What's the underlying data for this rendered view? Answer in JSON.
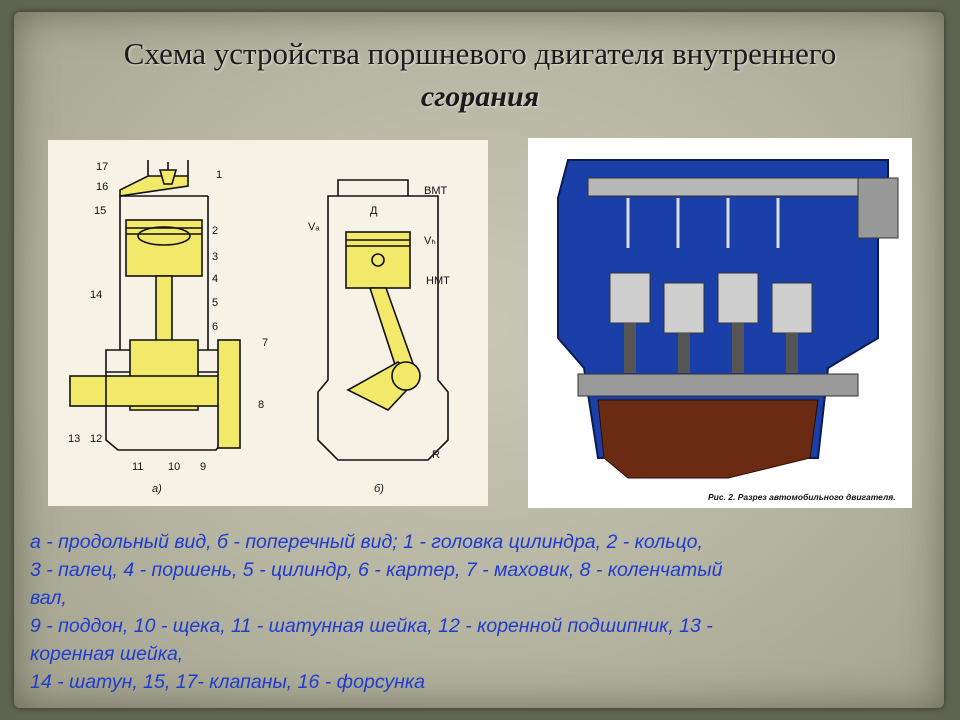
{
  "slide": {
    "title_line1": "Схема устройства поршневого двигателя внутреннего",
    "title_line2": "сгорания"
  },
  "diagram_a": {
    "labels": [
      "17",
      "16",
      "15",
      "1",
      "2",
      "3",
      "4",
      "5",
      "6",
      "7",
      "14",
      "8",
      "13",
      "12",
      "11",
      "10",
      "9"
    ],
    "dim_labels": {
      "va": "Vₐ",
      "vh": "Vₕ"
    },
    "view_label_a": "а)",
    "view_label_b": "б)",
    "b_labels": {
      "d": "Д",
      "vmt": "ВМТ",
      "nmt": "НМТ",
      "va": "Vₐ",
      "vh": "Vₕ",
      "r": "R"
    }
  },
  "diagram_b": {
    "caption": "Рис. 2. Разрез автомобильного двигателя."
  },
  "legend": {
    "line1": "а - продольный вид, б - поперечный вид; 1 - головка цилиндра, 2 - кольцо,",
    "line2": "3 - палец, 4 - поршень, 5 - цилиндр, 6 - картер, 7 - маховик, 8 - коленчатый",
    "line3": "вал,",
    "line4": "9 - поддон, 10 - щека, 11 - шатунная шейка, 12 - коренной подшипник, 13 -",
    "line5": "коренная шейка,",
    "line6": "14 - шатун, 15, 17- клапаны, 16 - форсунка"
  },
  "colors": {
    "part_yellow": "#f2e86a",
    "legend_blue": "#1f3bd0",
    "engine_blue": "#1b3fa8",
    "sump_brown": "#6b2a12"
  }
}
